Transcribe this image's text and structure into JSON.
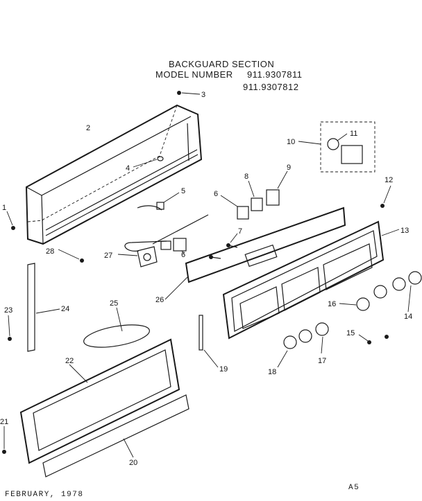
{
  "title": {
    "line1": "BACKGUARD SECTION",
    "line2_label": "MODEL NUMBER",
    "model_1": "911.9307811",
    "model_2": "911.9307812"
  },
  "footer": {
    "date": "FEBRUARY, 1978",
    "page": "A5"
  },
  "callouts": {
    "p1": "1",
    "p2": "2",
    "p3": "3",
    "p4": "4",
    "p5": "5",
    "p6a": "6",
    "p6b": "6",
    "p7": "7",
    "p8": "8",
    "p9": "9",
    "p10": "10",
    "p11": "11",
    "p12": "12",
    "p13": "13",
    "p14": "14",
    "p15": "15",
    "p16": "16",
    "p17": "17",
    "p18": "18",
    "p19": "19",
    "p20": "20",
    "p21": "21",
    "p22": "22",
    "p23": "23",
    "p24": "24",
    "p25": "25",
    "p26": "26",
    "p27": "27",
    "p28": "28"
  }
}
